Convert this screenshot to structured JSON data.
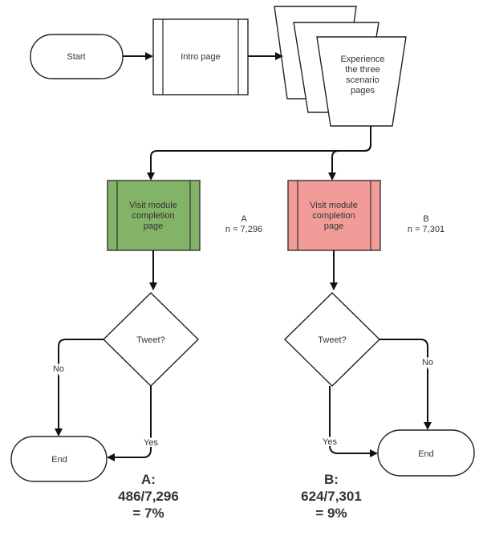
{
  "start": {
    "label": "Start"
  },
  "intro": {
    "label": "Intro page"
  },
  "scenario": {
    "lines": [
      "Experience",
      "the three",
      "scenario",
      "pages"
    ]
  },
  "branch_a": {
    "box_lines": [
      "Visit module",
      "completion",
      "page"
    ],
    "group": "A",
    "n": "n = 7,296",
    "decision": "Tweet?",
    "no_label": "No",
    "yes_label": "Yes",
    "end_label": "End",
    "result_lines": [
      "A:",
      "486/7,296",
      "= 7%"
    ],
    "fill_color": "#82b366",
    "result_color": "#3f6f22"
  },
  "branch_b": {
    "box_lines": [
      "Visit module",
      "completion",
      "page"
    ],
    "group": "B",
    "n": "n = 7,301",
    "decision": "Tweet?",
    "no_label": "No",
    "yes_label": "Yes",
    "end_label": "End",
    "result_lines": [
      "B:",
      "624/7,301",
      "= 9%"
    ],
    "fill_color": "#f19c99",
    "result_color": "#c0392b"
  }
}
